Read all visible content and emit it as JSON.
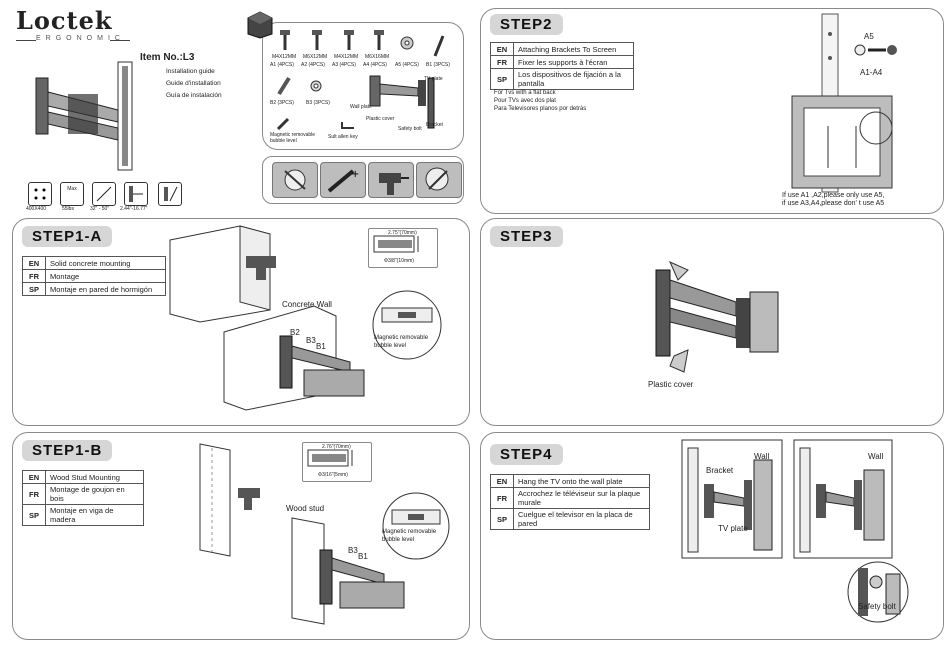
{
  "brand": {
    "name": "Loctek",
    "tagline": "ERGONOMIC"
  },
  "cover": {
    "item_no": "Item No.:L3",
    "guides": [
      "Installation guide",
      "Guide d'installation",
      "Guía de instalación"
    ],
    "specs": [
      "400X400",
      "55lbs",
      "32\" - 50\"",
      "2.44\"-16.77\""
    ],
    "spec_max": "Max"
  },
  "parts": {
    "screws": [
      {
        "size": "M4X12MM",
        "code": "A1 (4PCS)"
      },
      {
        "size": "M6X12MM",
        "code": "A2 (4PCS)"
      },
      {
        "size": "M4X12MM",
        "code": "A3 (4PCS)"
      },
      {
        "size": "M6X16MM",
        "code": "A4 (4PCS)"
      }
    ],
    "washer": "A5 (4PCS)",
    "bolt": "B1 (3PCS)",
    "b2": "B2 (3PCS)",
    "b3": "B3 (3PCS)",
    "labels": {
      "tv_plate": "TV plate",
      "wall_plate": "Wall plate",
      "plastic_cover": "Plastic cover",
      "safety_bolt": "Safety bolt",
      "bracket": "Bracket",
      "level": "Magnetic removable bubble level",
      "allen_key": "Sult allen key"
    }
  },
  "step2": {
    "title": "STEP2",
    "rows": [
      {
        "code": "EN",
        "text": "Attaching Brackets To Screen"
      },
      {
        "code": "FR",
        "text": "Fixer les supports à l'écran"
      },
      {
        "code": "SP",
        "text": "Los dispositivos de fijación a la pantalla"
      }
    ],
    "notes": [
      "For Tvs with a flat back",
      "Pour TVs avec dos plat",
      "Para Televisores planos por detrás"
    ],
    "callouts": {
      "a5": "A5",
      "a1a4": "A1-A4"
    },
    "footnote1": "If use A1 ,A2,please only use A5,",
    "footnote2": "if use A3,A4,please don' t use A5"
  },
  "step1a": {
    "title": "STEP1-A",
    "rows": [
      {
        "code": "EN",
        "text": "Solid concrete mounting"
      },
      {
        "code": "FR",
        "text": "Montage"
      },
      {
        "code": "SP",
        "text": "Montaje en pared de hormigón"
      }
    ],
    "depth": "2.75\"(70mm)",
    "drill": "Φ3/8\"(10mm)",
    "wall": "Concrete Wall",
    "b2": "B2",
    "b3": "B3",
    "b1": "B1",
    "level": "Magnetic removable bubble level"
  },
  "step3": {
    "title": "STEP3",
    "plastic_cover": "Plastic cover"
  },
  "step1b": {
    "title": "STEP1-B",
    "rows": [
      {
        "code": "EN",
        "text": "Wood Stud Mounting"
      },
      {
        "code": "FR",
        "text": "Montage de goujon en bois"
      },
      {
        "code": "SP",
        "text": "Montaje en viga de madera"
      }
    ],
    "depth": "2.76\"(70mm)",
    "drill": "Φ3/16\"(5mm)",
    "wood": "Wood stud",
    "b3": "B3",
    "b1": "B1",
    "level": "Magnetic removable bubble level"
  },
  "step4": {
    "title": "STEP4",
    "rows": [
      {
        "code": "EN",
        "text": "Hang the TV onto the wall plate"
      },
      {
        "code": "FR",
        "text": "Accrochez le téléviseur sur la plaque murale"
      },
      {
        "code": "SP",
        "text": "Cuelgue el televisor en la placa de pared"
      }
    ],
    "wall": "Wall",
    "bracket": "Bracket",
    "tv_plate": "TV plate",
    "safety_bolt": "Safety bolt"
  }
}
